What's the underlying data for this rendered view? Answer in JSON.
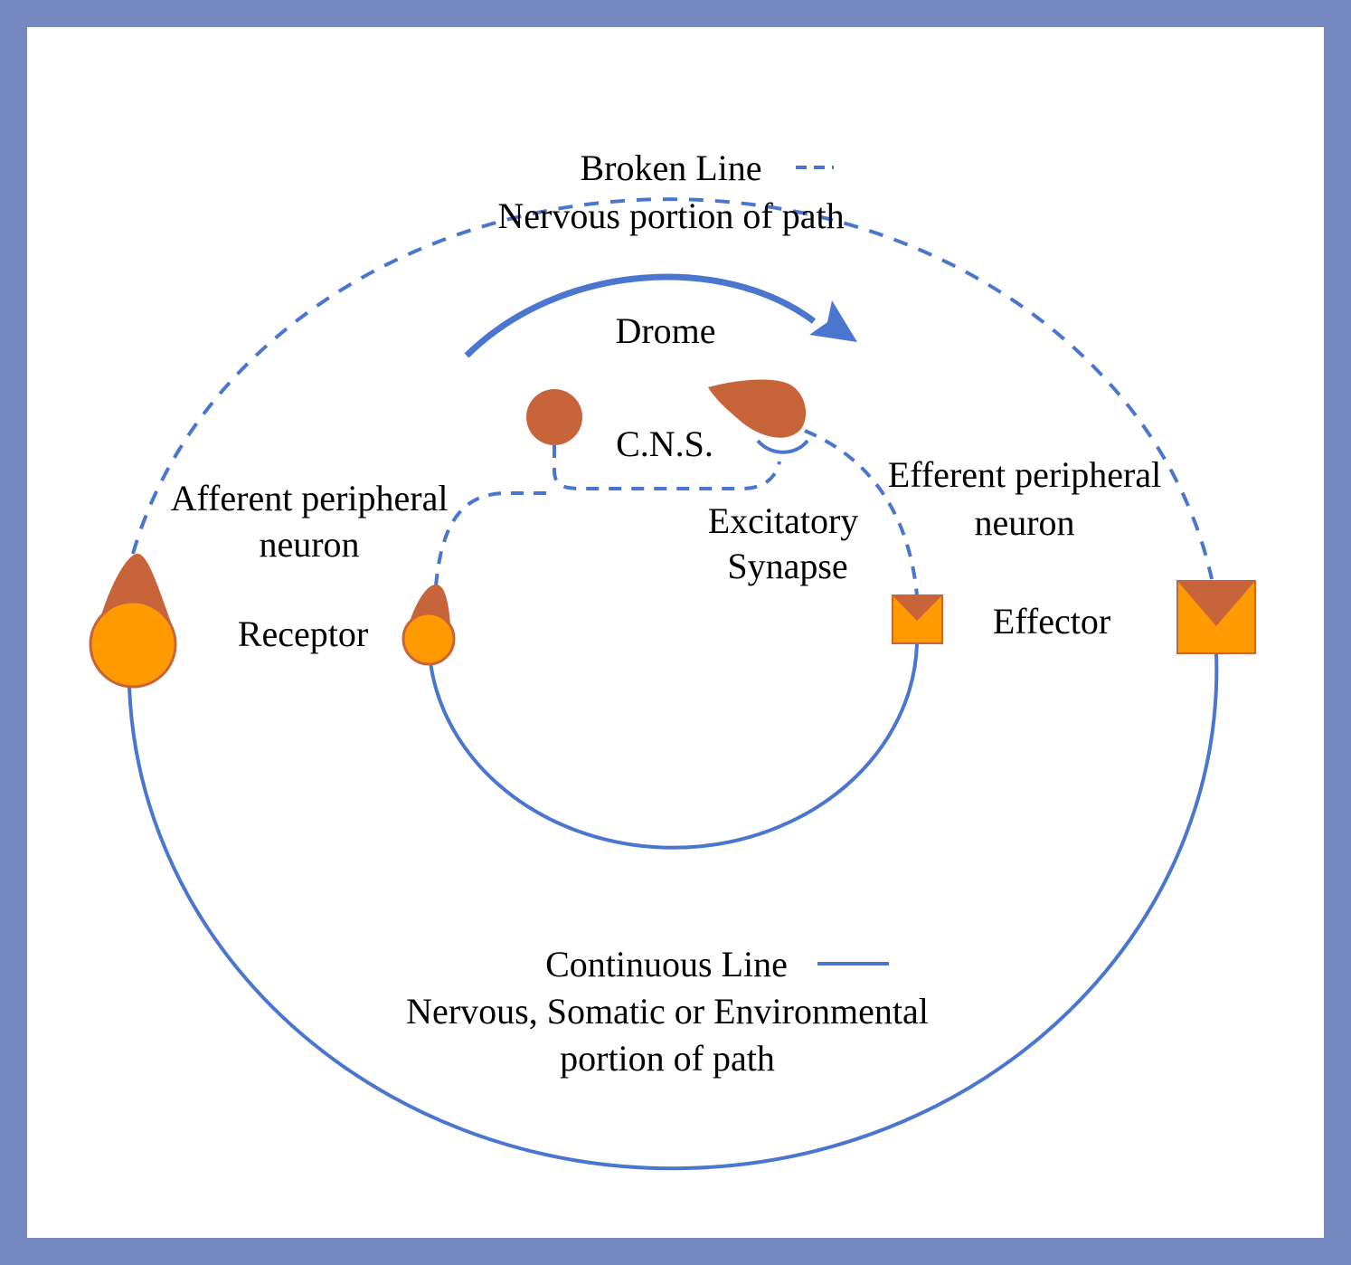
{
  "colors": {
    "border": "#7589c0",
    "path_line": "#4a76d0",
    "neuron_dark": "#c8643a",
    "neuron_light": "#ff9a00"
  },
  "labels": {
    "broken_line_title": "Broken Line",
    "broken_line_desc": "Nervous portion of path",
    "drome": "Drome",
    "cns": "C.N.S.",
    "afferent_line1": "Afferent peripheral",
    "afferent_line2": "neuron",
    "efferent_line1": "Efferent peripheral",
    "efferent_line2": "neuron",
    "excitatory_line1": "Excitatory",
    "excitatory_line2": "Synapse",
    "receptor": "Receptor",
    "effector": "Effector",
    "continuous_line_title": "Continuous Line",
    "continuous_line_desc1": "Nervous, Somatic or Environmental",
    "continuous_line_desc2": "portion of path"
  }
}
